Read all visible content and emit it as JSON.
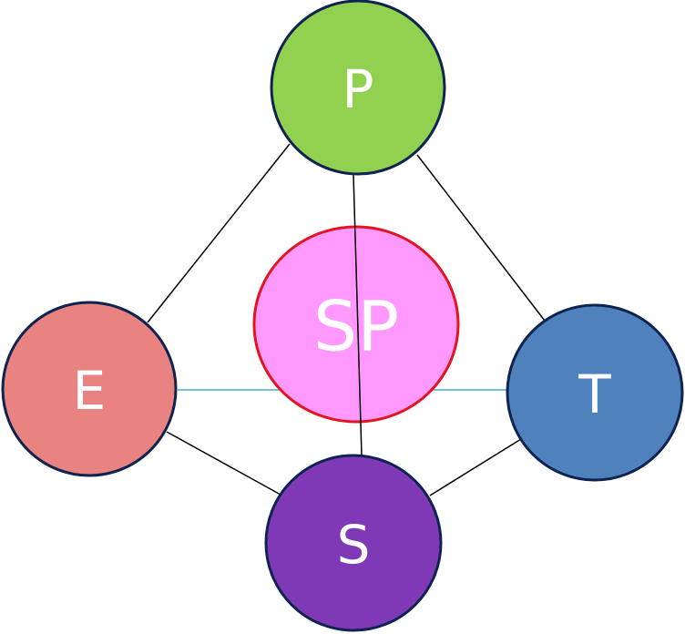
{
  "nodes": {
    "p": {
      "label": "P",
      "fill": "#92d050",
      "stroke": "#0f2350"
    },
    "e": {
      "label": "E",
      "fill": "#e98382",
      "stroke": "#0f2350"
    },
    "t": {
      "label": "T",
      "fill": "#4f81bd",
      "stroke": "#0f2350"
    },
    "s": {
      "label": "S",
      "fill": "#7f39b6",
      "stroke": "#0f2350"
    },
    "sp": {
      "label": "SP",
      "fill": "#ff99ff",
      "stroke": "#e3141e"
    }
  },
  "edge_colors": {
    "outer": "#000000",
    "cross": "#4bacc6"
  }
}
